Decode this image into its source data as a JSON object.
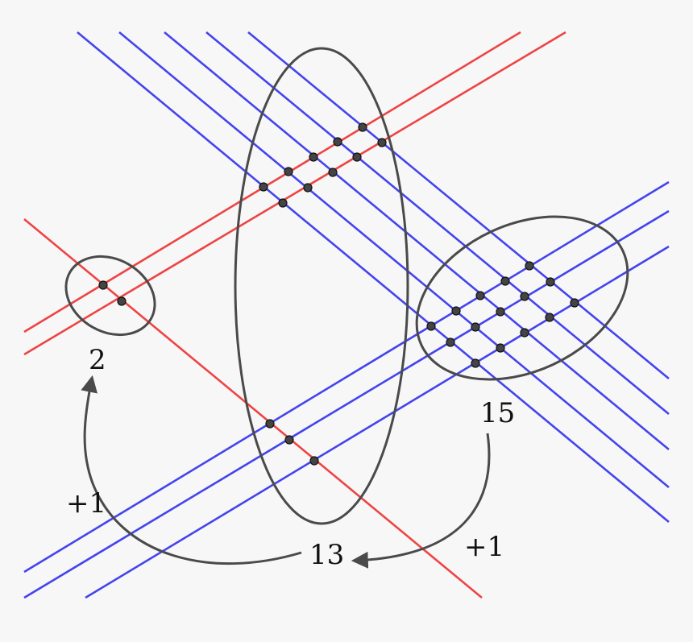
{
  "labels": {
    "left_group_count": "2",
    "middle_group_count": "13",
    "right_group_count": "15",
    "left_increment": "+1",
    "right_increment": "+1"
  },
  "colors": {
    "red_lines": "#ee4444",
    "blue_lines": "#4444ee",
    "outline": "#4a4a4a",
    "background": "#f7f7f7"
  }
}
